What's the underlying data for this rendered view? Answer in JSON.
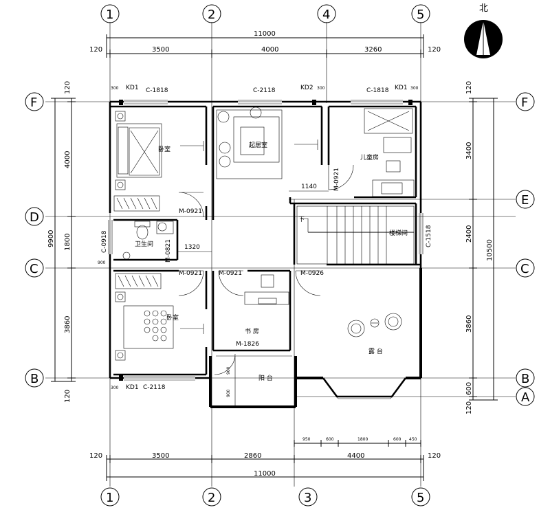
{
  "north_label": "北",
  "axes_top": [
    "1",
    "2",
    "4",
    "5"
  ],
  "axes_bottom": [
    "1",
    "2",
    "3",
    "5"
  ],
  "axes_left": [
    "F",
    "D",
    "C",
    "B"
  ],
  "axes_right": [
    "F",
    "E",
    "C",
    "B",
    "A"
  ],
  "dims_top": {
    "total": "11000",
    "seg": [
      "120",
      "3500",
      "4000",
      "3260",
      "120"
    ]
  },
  "dims_bottom": {
    "total": "11000",
    "seg": [
      "120",
      "3500",
      "2860",
      "4400",
      "120"
    ],
    "bay": [
      "950",
      "600",
      "1800",
      "600",
      "450"
    ]
  },
  "dims_left": {
    "total": "9900",
    "seg": [
      "120",
      "4000",
      "1800",
      "3860",
      "120"
    ]
  },
  "dims_right": {
    "total": "10500",
    "seg": [
      "120",
      "3400",
      "2400",
      "3860",
      "600",
      "120"
    ]
  },
  "labels": {
    "c1818_left": "C-1818",
    "kd1_left": "KD1",
    "s300_left": "300",
    "c2118_top": "C-2118",
    "kd2": "KD2",
    "s300_mid": "300",
    "c1818_right": "C-1818",
    "kd1_right": "KD1",
    "s300_right": "300",
    "m0921_a": "M-0921",
    "m0921_b": "M-0921",
    "m0921_c": "M-0921",
    "m0921_d": "M-0921",
    "m0926": "M-0926",
    "m0821": "M-0821",
    "m1826": "M-1826",
    "c0918": "C-0918",
    "c1518": "C-1518",
    "kd1_bottom": "KD1",
    "c2118_bottom": "C-2118",
    "s300_bottom": "300",
    "dim_1140": "1140",
    "dim_1320": "1320",
    "dim_900a": "900",
    "dim_900b": "900",
    "dim_900c": "900",
    "down": "下"
  },
  "rooms": {
    "bedroom_top": "卧室",
    "living": "起居室",
    "kids": "儿童房",
    "bath": "卫生间",
    "stair": "楼梯间",
    "bedroom_bottom": "卧室",
    "study": "书 房",
    "balcony": "阳 台",
    "terrace": "露 台"
  }
}
